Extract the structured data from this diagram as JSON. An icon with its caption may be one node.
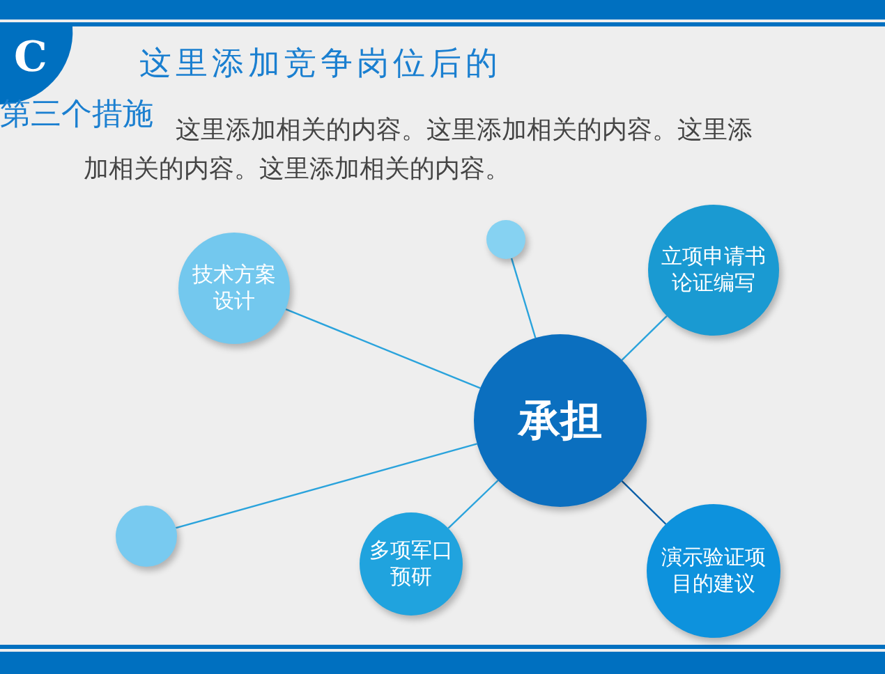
{
  "diagram": {
    "title": "这里添加竞争岗位后的",
    "nodes": [
      {
        "text": [],
        "shape": "circle"
      },
      {
        "text": [
          "技术方案设计"
        ]
      },
      {
        "text": [
          "立项申请书论证编写"
        ]
      },
      {
        "text": [
          "承担"
        ]
      },
      {
        "text": [],
        "shape": "circle"
      },
      {
        "text": [
          "多项军口预研"
        ]
      },
      {
        "text": [
          "演示验证项目的建议"
        ]
      }
    ],
    "edges": [
      {
        "from": 3,
        "to": 0,
        "arrow": "none"
      },
      {
        "from": 3,
        "to": 1,
        "arrow": "none"
      },
      {
        "from": 3,
        "to": 2,
        "arrow": "none"
      },
      {
        "from": 3,
        "to": 4,
        "arrow": "none"
      },
      {
        "from": 3,
        "to": 5,
        "arrow": "none"
      },
      {
        "from": 3,
        "to": 6,
        "arrow": "none",
        "color": "#0b5fa8"
      }
    ],
    "labels": [
      "C",
      "第三个措施",
      "这里添加相关的内容。这里添加相关的内容。这里添加相关的内容。这里添加相关的内容。"
    ]
  }
}
